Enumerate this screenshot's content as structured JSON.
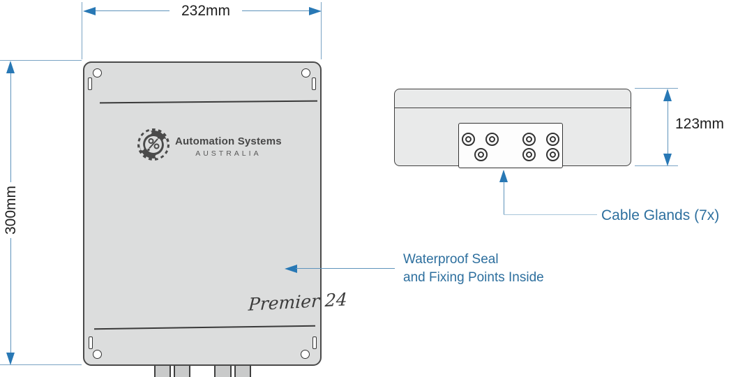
{
  "front_view": {
    "brand": "Automation Systems",
    "brand_country": "AUSTRALIA",
    "model": "Premier 24"
  },
  "dimensions": {
    "width_label": "232mm",
    "height_label": "300mm",
    "depth_label": "123mm"
  },
  "callouts": {
    "cable_glands_label": "Cable Glands (7x)",
    "waterproof_line1": "Waterproof Seal",
    "waterproof_line2": "and Fixing Points Inside"
  },
  "counts": {
    "side_cable_glands": 7,
    "bottom_gland_tabs": 4,
    "corner_fixing_points": 4
  },
  "colors": {
    "dimension_accent": "#2878b5",
    "leader_blue": "#5e93bb",
    "ext_blue": "#7aa3c4",
    "light_blue": "#a9c6da",
    "label_text": "#2d6f9e",
    "enclosure_fill": "#dcdddd"
  }
}
